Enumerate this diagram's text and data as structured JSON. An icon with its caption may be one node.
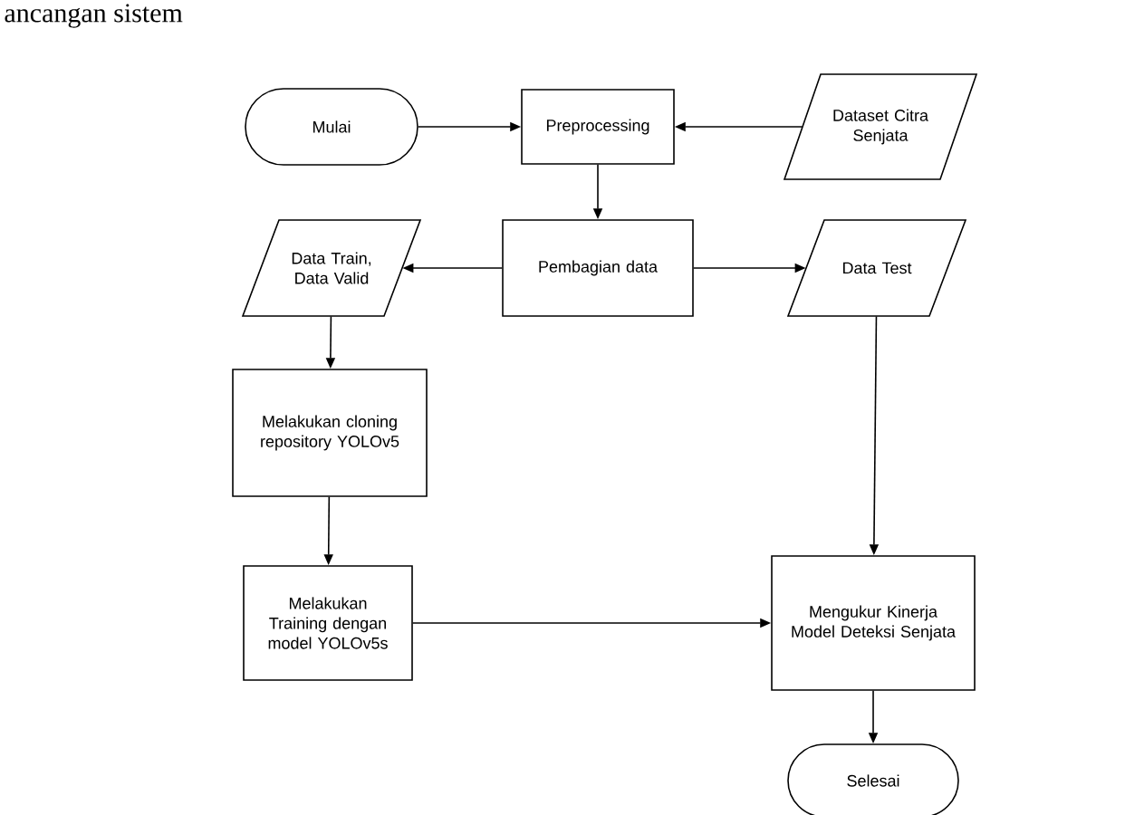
{
  "diagram": {
    "nodes": [
      {
        "text": [
          "Mulai"
        ]
      },
      {
        "text": [
          "Preprocessing"
        ]
      },
      {
        "text": [
          "Dataset Citra Senjata"
        ]
      },
      {
        "text": [
          "Data Train, Data Valid"
        ]
      },
      {
        "text": [
          "Pembagian data"
        ]
      },
      {
        "text": [
          "Data Test"
        ]
      },
      {
        "text": [
          "Melakukan cloning repository YOLOv5"
        ]
      },
      {
        "text": [
          "Melakukan Training dengan model YOLOv5s"
        ]
      },
      {
        "text": [
          "Mengukur Kinerja Model Deteksi Senjata"
        ]
      },
      {
        "text": [
          "Selesai"
        ]
      }
    ],
    "edges": [
      {
        "from": 0,
        "to": 1,
        "arrow": "to"
      },
      {
        "from": 2,
        "to": 1,
        "arrow": "to"
      },
      {
        "from": 1,
        "to": 4,
        "arrow": "to"
      },
      {
        "from": 4,
        "to": 3,
        "arrow": "to"
      },
      {
        "from": 4,
        "to": 5,
        "arrow": "to"
      },
      {
        "from": 3,
        "to": 6,
        "arrow": "to"
      },
      {
        "from": 6,
        "to": 7,
        "arrow": "to"
      },
      {
        "from": 7,
        "to": 8,
        "arrow": "to"
      },
      {
        "from": 5,
        "to": 8,
        "arrow": "to"
      },
      {
        "from": 8,
        "to": 9,
        "arrow": "to"
      }
    ],
    "labels": [
      "ancangan sistem"
    ]
  }
}
